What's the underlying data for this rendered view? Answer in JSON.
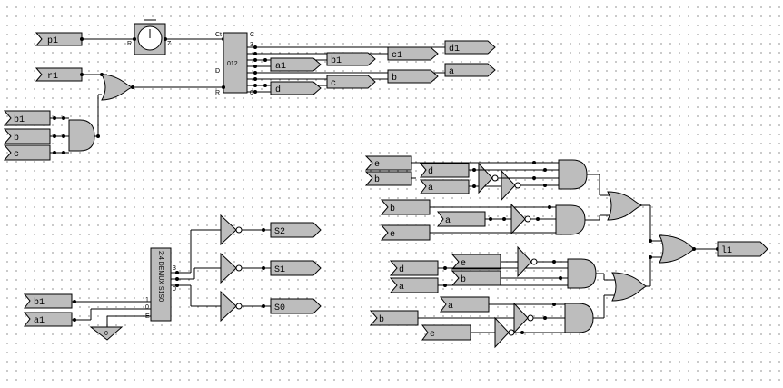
{
  "inputs": {
    "p1": "p1",
    "r1": "r1",
    "b1_left": "b1",
    "b_left": "b",
    "c_left": "c",
    "b1_demux": "b1",
    "a1_demux": "a1",
    "gnd": "0",
    "e_1": "e",
    "b_1": "b",
    "b_2": "b",
    "e_2": "e",
    "d_3": "d",
    "a_3": "a",
    "b_4": "b"
  },
  "counter": {
    "label": "012.",
    "pin_ct": "Ct",
    "pin_d": "D",
    "pin_r": "R",
    "pin_c": "C",
    "pin_3": "3",
    "pin_0": "0"
  },
  "clock": {
    "pin_r": "R",
    "pin_z": "Z"
  },
  "middle_tags": {
    "a1": "a1",
    "b1": "b1",
    "c1": "c1",
    "d1": "d1",
    "d": "d",
    "c": "c",
    "b": "b",
    "a": "a"
  },
  "demux": {
    "title": "2:4 DEMUX S1S0",
    "pin_1": "1",
    "pin_0": "0",
    "pin_e": "E",
    "out_3": "3",
    "out_0": "0"
  },
  "demux_outputs": {
    "s2": "S2",
    "s1": "S1",
    "s0": "S0"
  },
  "right_tags": {
    "d_1": "d",
    "a_1": "a",
    "a_2": "a",
    "e_3": "e",
    "b_3": "b",
    "a_4": "a",
    "e_4": "e"
  },
  "output": {
    "l1": "l1"
  },
  "colors": {
    "component": "#bdbdbd",
    "wire": "#000000",
    "grid": "#9a9a9a"
  }
}
